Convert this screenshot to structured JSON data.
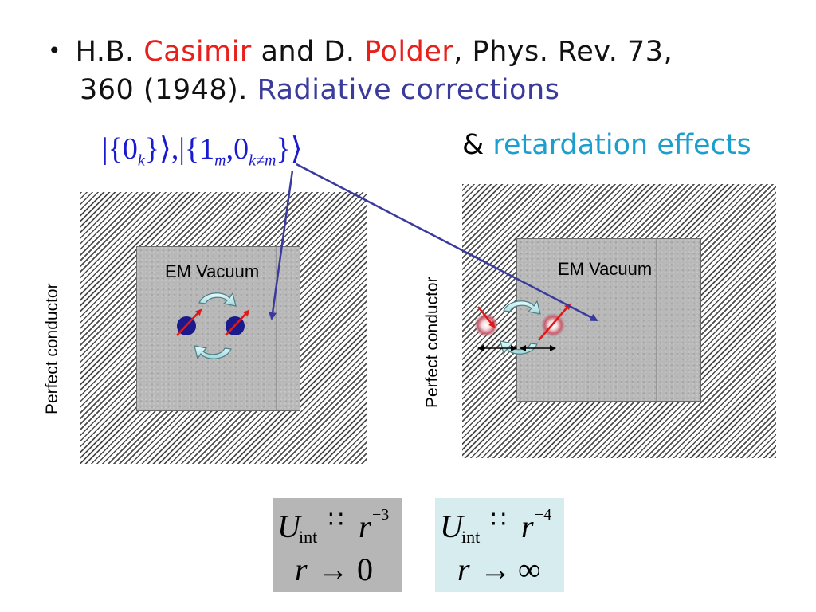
{
  "bullet": {
    "pre": "H.B. ",
    "author1": "Casimir",
    "mid": " and D. ",
    "author2": "Polder",
    "post": ", Phys. Rev. 73,",
    "line2_pre": "360 (1948). ",
    "line2_highlight": "Radiative corrections"
  },
  "retardation": {
    "amp": "& ",
    "text": "retardation effects"
  },
  "left_panel": {
    "vacuum_label": "EM Vacuum",
    "conductor_label": "Perfect conductor"
  },
  "right_panel": {
    "vacuum_label": "EM Vacuum",
    "conductor_label": "Perfect conductor"
  },
  "formula_near": {
    "U": "U",
    "sub": "int",
    "sym": "∷",
    "r": "r",
    "exp": "−3",
    "limit_r": "r",
    "arrow": "→",
    "limit_val": "0"
  },
  "formula_far": {
    "U": "U",
    "sub": "int",
    "sym": "∷",
    "r": "r",
    "exp": "−4",
    "limit_r": "r",
    "arrow": "→",
    "limit_val": "∞"
  },
  "colors": {
    "author": "#e8201c",
    "radiative": "#3b3b9c",
    "retardation": "#1c9fcf",
    "state_text": "#1a1ad0",
    "pointer_arrow": "#3a3a9e",
    "atom": "#1a1a8c",
    "dipole": "#e01818"
  }
}
